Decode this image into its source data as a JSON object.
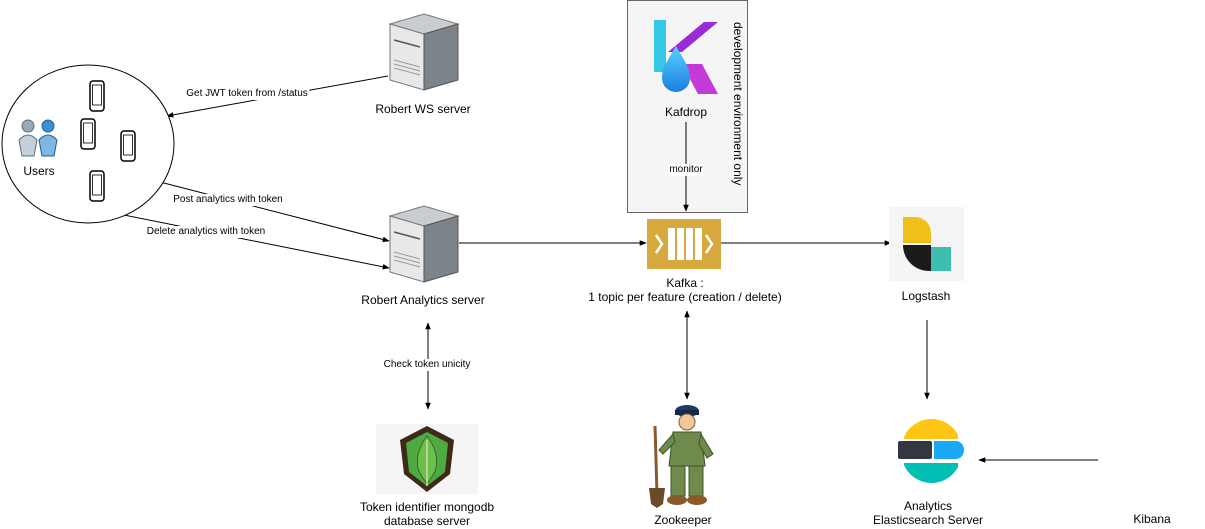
{
  "nodes": {
    "users": "Users",
    "ws_server": "Robert WS server",
    "analytics_server": "Robert Analytics server",
    "kafdrop": "Kafdrop",
    "kafka_line1": "Kafka :",
    "kafka_line2": "1 topic per feature (creation / delete)",
    "logstash": "Logstash",
    "mongodb_line1": "Token identifier mongodb",
    "mongodb_line2": "database server",
    "zookeeper": "Zookeeper",
    "elastic_line1": "Analytics",
    "elastic_line2": "Elasticsearch Server",
    "kibana": "Kibana"
  },
  "container": {
    "dev_env": "development environment only"
  },
  "edges": {
    "jwt": "Get JWT token from /status",
    "post": "Post analytics with token",
    "delete": "Delete analytics with token",
    "monitor": "monitor",
    "unicity": "Check token unicity"
  },
  "colors": {
    "edge": "#000000",
    "container_fill": "#f5f5f5",
    "container_border": "#666666",
    "kafka": "#d6a83d",
    "logstash_yellow": "#f0bf1a",
    "logstash_teal": "#3ebeb0",
    "mongo_green": "#4faa41",
    "elastic_yellow": "#fec514",
    "elastic_cyan": "#00bfb3",
    "elastic_blue": "#1ba9f5"
  },
  "icons": {
    "server": "server-tower-icon",
    "phone": "mobile-phone-icon",
    "user": "user-icon",
    "kafdrop": "kafdrop-logo",
    "kafka": "kafka-queue-icon",
    "logstash": "logstash-logo",
    "mongodb": "mongodb-leaf-logo",
    "zookeeper": "zookeeper-mascot",
    "elastic": "elasticsearch-logo"
  }
}
